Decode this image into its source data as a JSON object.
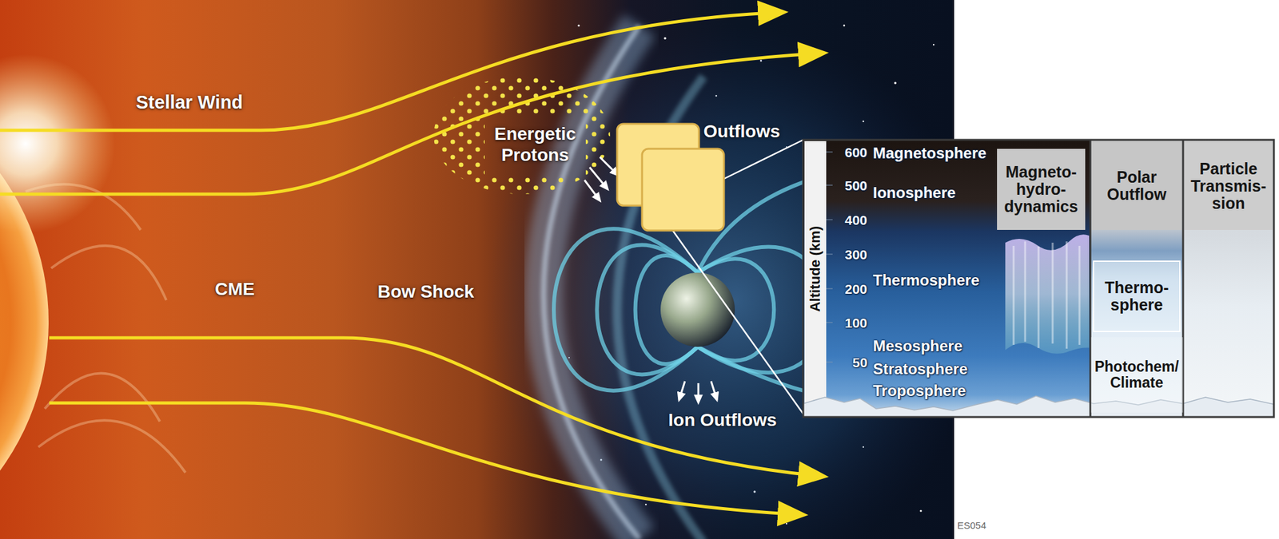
{
  "diagram": {
    "nodes": [
      {
        "text": [
          "Magneto- hydro- dynamics"
        ]
      },
      {
        "text": [
          "Polar Outflow"
        ]
      },
      {
        "text": [
          "Particle Transmis- sion"
        ]
      },
      {
        "text": [
          "Thermo- sphere"
        ]
      },
      {
        "text": [
          "Photochem/ Climate"
        ]
      }
    ],
    "labels": [
      "Stellar Wind",
      "CME",
      "Bow Shock",
      "Energetic Protons",
      "Outflows",
      "Ion Outflows",
      "600",
      "Magnetosphere",
      "500",
      "Ionosphere",
      "400",
      "Altitude (km)",
      "300",
      "Thermosphere",
      "200",
      "100",
      "Mesosphere",
      "50",
      "Stratosphere",
      "Troposphere",
      "ES054"
    ]
  }
}
